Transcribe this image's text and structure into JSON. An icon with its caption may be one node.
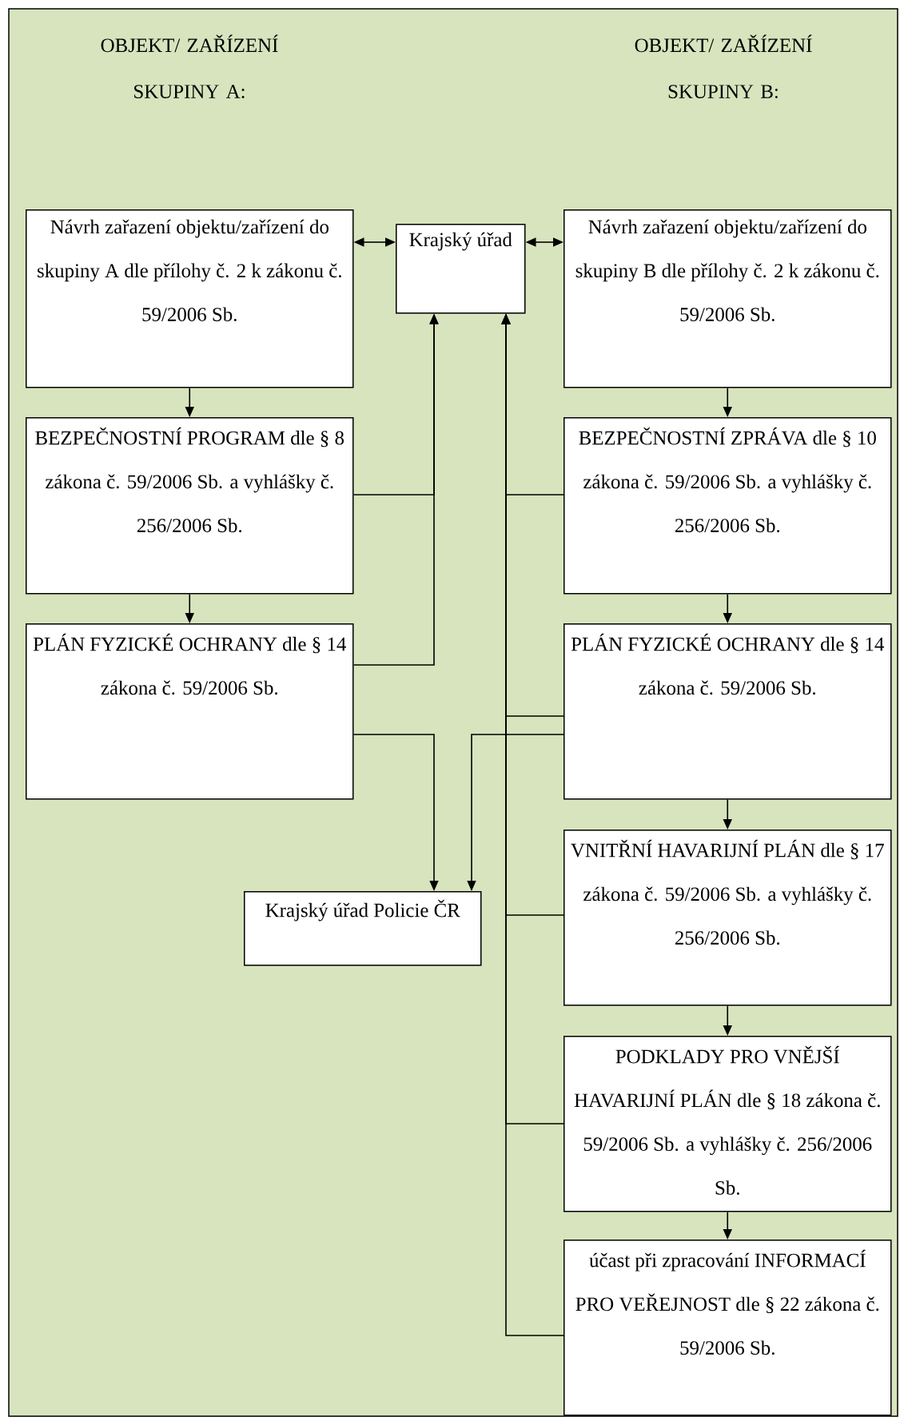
{
  "diagram": {
    "nodes": [
      {
        "text": [
          "Návrh zařazení objektu/zařízení do skupiny A dle přílohy č. 2 k zákonu č. 59/2006 Sb."
        ]
      },
      {
        "text": [
          "Krajský úřad"
        ]
      },
      {
        "text": [
          "Návrh zařazení objektu/zařízení do skupiny B dle přílohy č. 2 k zákonu č. 59/2006 Sb."
        ]
      },
      {
        "text": [
          "BEZPEČNOSTNÍ PROGRAM dle § 8 zákona č. 59/2006 Sb. a vyhlášky č. 256/2006 Sb."
        ]
      },
      {
        "text": [
          "BEZPEČNOSTNÍ ZPRÁVA dle § 10 zákona č. 59/2006 Sb. a vyhlášky č. 256/2006 Sb."
        ]
      },
      {
        "text": [
          "PLÁN FYZICKÉ OCHRANY dle § 14 zákona č. 59/2006 Sb."
        ]
      },
      {
        "text": [
          "PLÁN FYZICKÉ OCHRANY dle § 14 zákona č. 59/2006 Sb."
        ]
      },
      {
        "text": [
          "VNITŘNÍ HAVARIJNÍ PLÁN dle § 17 zákona č. 59/2006 Sb. a vyhlášky č. 256/2006 Sb."
        ]
      },
      {
        "text": [
          "Krajský úřad Policie ČR"
        ]
      },
      {
        "text": [
          "PODKLADY PRO VNĚJŠÍ HAVARIJNÍ PLÁN dle § 18 zákona č. 59/2006 Sb. a vyhlášky č. 256/2006 Sb."
        ]
      },
      {
        "text": [
          "účast při zpracování INFORMACÍ PRO VEŘEJNOST dle § 22 zákona č. 59/2006 Sb."
        ]
      }
    ],
    "edges": [
      {
        "from": 0,
        "to": 1,
        "arrow": "both"
      },
      {
        "from": 1,
        "to": 2,
        "arrow": "both"
      },
      {
        "from": 0,
        "to": 3,
        "arrow": "to"
      },
      {
        "from": 3,
        "to": 5,
        "arrow": "to"
      },
      {
        "from": 2,
        "to": 4,
        "arrow": "to"
      },
      {
        "from": 4,
        "to": 6,
        "arrow": "to"
      },
      {
        "from": 6,
        "to": 7,
        "arrow": "to"
      },
      {
        "from": 7,
        "to": 9,
        "arrow": "to"
      },
      {
        "from": 9,
        "to": 10,
        "arrow": "to"
      },
      {
        "from": 3,
        "to": 1,
        "arrow": "to"
      },
      {
        "from": 5,
        "to": 1,
        "arrow": "to"
      },
      {
        "from": 4,
        "to": 1,
        "arrow": "to"
      },
      {
        "from": 6,
        "to": 1,
        "arrow": "to"
      },
      {
        "from": 7,
        "to": 1,
        "arrow": "to"
      },
      {
        "from": 9,
        "to": 1,
        "arrow": "to"
      },
      {
        "from": 10,
        "to": 1,
        "arrow": "to"
      },
      {
        "from": 5,
        "to": 8,
        "arrow": "to"
      },
      {
        "from": 6,
        "to": 8,
        "arrow": "to"
      }
    ],
    "labels": [
      "OBJEKT/ ZAŘÍZENÍ SKUPINY A:",
      "OBJEKT/ ZAŘÍZENÍ SKUPINY B:"
    ]
  }
}
